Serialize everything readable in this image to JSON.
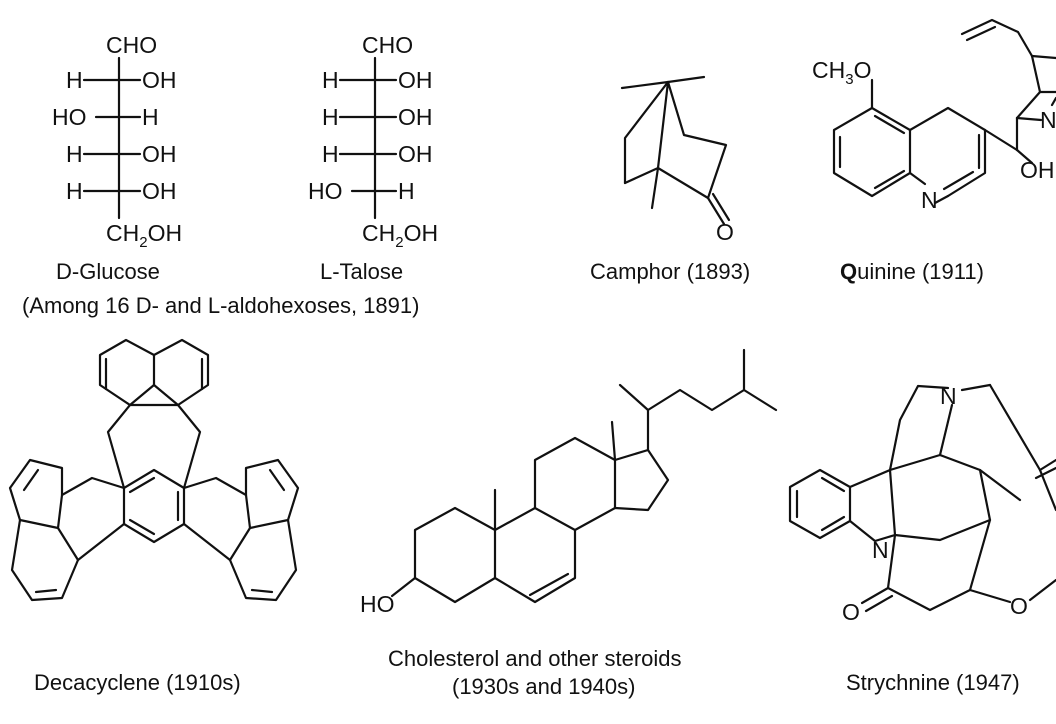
{
  "molecules": {
    "glucose": {
      "name": "D-Glucose",
      "top": "CHO",
      "bottom_main": "CH",
      "bottom_sub": "2",
      "bottom_tail": "OH",
      "rows": [
        {
          "left": "H",
          "right": "OH"
        },
        {
          "left": "HO",
          "right": "H"
        },
        {
          "left": "H",
          "right": "OH"
        },
        {
          "left": "H",
          "right": "OH"
        }
      ]
    },
    "talose": {
      "name": "L-Talose",
      "top": "CHO",
      "bottom_main": "CH",
      "bottom_sub": "2",
      "bottom_tail": "OH",
      "rows": [
        {
          "left": "H",
          "right": "OH"
        },
        {
          "left": "H",
          "right": "OH"
        },
        {
          "left": "H",
          "right": "OH"
        },
        {
          "left": "HO",
          "right": "H"
        }
      ]
    },
    "hexoses_note": "(Among 16 D- and L-aldohexoses, 1891)",
    "camphor": {
      "name": "Camphor (1893)",
      "o": "O"
    },
    "quinine": {
      "name_bold": "Q",
      "name_rest": "uinine (1911)",
      "methoxy_main": "CH",
      "methoxy_sub": "3",
      "methoxy_tail": "O",
      "n_ring": "N",
      "n_bridge": "N",
      "oh": "OH"
    },
    "decacyclene": {
      "name": "Decacyclene (1910s)"
    },
    "cholesterol": {
      "name_line1": "Cholesterol and other steroids",
      "name_line2": "(1930s  and 1940s)",
      "ho": "HO"
    },
    "strychnine": {
      "name": "Strychnine (1947)",
      "n_top": "N",
      "n_mid": "N",
      "o_ketone": "O",
      "o_ether": "O"
    }
  }
}
